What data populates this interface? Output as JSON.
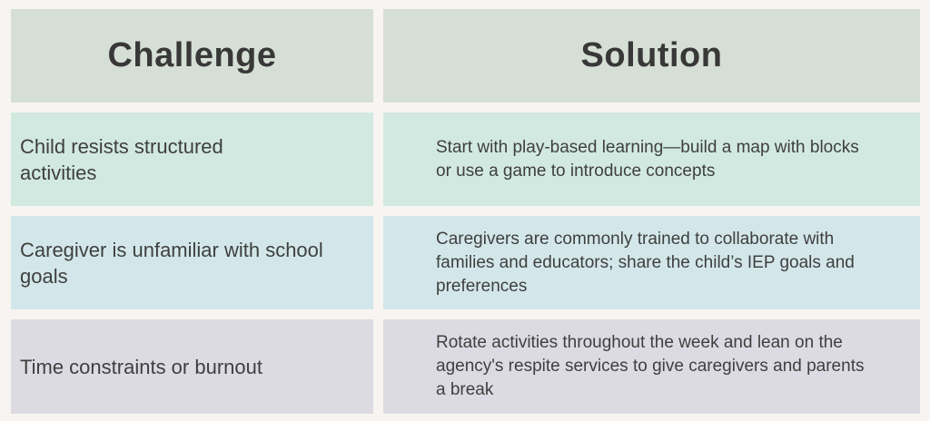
{
  "header": {
    "challenge": "Challenge",
    "solution": "Solution"
  },
  "rows": [
    {
      "challenge": "Child resists structured activities",
      "solution": "Start with play-based learning—build a map with blocks or use a game to introduce concepts"
    },
    {
      "challenge": "Caregiver is unfamiliar with school goals",
      "solution": "Caregivers are commonly trained to collaborate with families and educators; share the child’s IEP goals and preferences"
    },
    {
      "challenge": "Time constraints or burnout",
      "solution": "Rotate activities throughout the week and lean on the agency's respite services to give caregivers and parents a break"
    }
  ],
  "colors": {
    "background": "#f7f4f1",
    "header": "#d6dfd5",
    "row1": "#d1e9e1",
    "row2": "#d3e7ea",
    "row3": "#dcdbe3"
  }
}
